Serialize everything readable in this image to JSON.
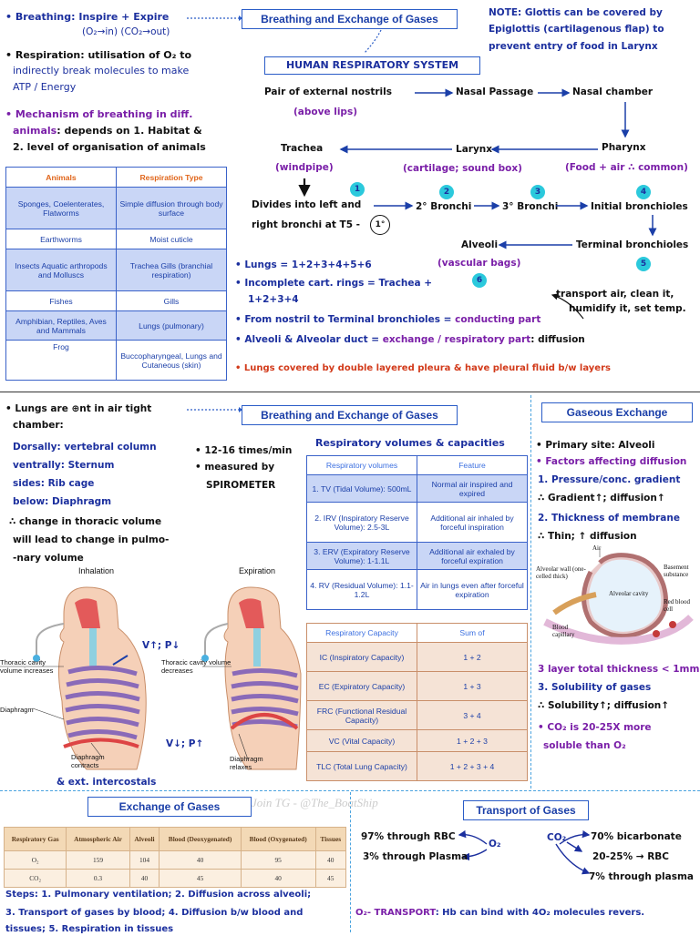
{
  "top": {
    "title": "Breathing and Exchange of Gases",
    "breathing_line1": "• Breathing: Inspire + Expire",
    "breathing_line2": "(O₂→in) (CO₂→out)",
    "respiration_line1": "• Respiration: utilisation of O₂ to",
    "respiration_line2": "indirectly break molecules to make",
    "respiration_line3": "ATP / Energy",
    "mechanism_line1": "• Mechanism of breathing in diff.",
    "mechanism_line2": "animals",
    "mechanism_line2b": ": depends on 1. Habitat &",
    "mechanism_line3": "2. level of organisation of animals",
    "note_line1": "NOTE: Glottis can be covered by",
    "note_line2": "Epiglottis (cartilagenous flap) to",
    "note_line3": "prevent entry of food in Larynx",
    "system_title": "HUMAN RESPIRATORY SYSTEM",
    "flow": {
      "nostrils": "Pair of external nostrils",
      "nostrils_note": "(above lips)",
      "nasal_passage": "Nasal Passage",
      "nasal_chamber": "Nasal chamber",
      "pharynx": "Pharynx",
      "pharynx_note": "(Food + air ∴ common)",
      "larynx": "Larynx",
      "larynx_note": "(cartilage; sound box)",
      "trachea": "Trachea",
      "trachea_note": "(windpipe)",
      "divides_line1": "Divides into left and",
      "divides_line2": "right bronchi at T5 -",
      "divides_circle": "1°",
      "secondary": "2° Bronchi",
      "tertiary": "3° Bronchi",
      "initial": "Initial bronchioles",
      "terminal": "Terminal bronchioles",
      "alveoli": "Alveoli",
      "alveoli_note": "(vascular bags)",
      "n1": "1",
      "n2": "2",
      "n3": "3",
      "n4": "4",
      "n5": "5",
      "n6": "6"
    },
    "lungs_line": "• Lungs = 1+2+3+4+5+6",
    "incomplete_line1": "• Incomplete cart. rings = Trachea +",
    "incomplete_line2": "1+2+3+4",
    "transport_note_line1": "transport air, clean it,",
    "transport_note_line2": "humidify it, set temp.",
    "conducting_line_a": "• From nostril to Terminal bronchioles = ",
    "conducting_line_b": "conducting part",
    "exchange_line_a": "• Alveoli & Alveolar duct = ",
    "exchange_line_b": "exchange / respiratory part",
    "exchange_line_c": ": diffusion",
    "pleura_line": "• Lungs covered by double layered pleura & have pleural fluid b/w layers",
    "animals_table": {
      "headers": [
        "Animals",
        "Respiration Type"
      ],
      "rows": [
        [
          "Sponges, Coelenterates, Flatworms",
          "Simple diffusion through body surface"
        ],
        [
          "Earthworms",
          "Moist cuticle"
        ],
        [
          "Insects Aquatic arthropods and Molluscs",
          "Trachea Gills (branchial respiration)"
        ],
        [
          "Fishes",
          "Gills"
        ],
        [
          "Amphibian, Reptiles, Aves and Mammals",
          "Lungs (pulmonary)"
        ],
        [
          "Frog",
          "Buccopharyngeal, Lungs and Cutaneous (skin)"
        ]
      ]
    }
  },
  "bottom": {
    "title": "Breathing and Exchange of Gases",
    "lungs_line1": "• Lungs are ⊕nt in air tight",
    "lungs_line2": "chamber:",
    "dorsally": "Dorsally: vertebral column",
    "ventrally": "ventrally: Sternum",
    "sides": "sides: Rib cage",
    "below": "below: Diaphragm",
    "change_line1": "∴ change in thoracic volume",
    "change_line2": "will lead to change in pulmo-",
    "change_line3": "-nary volume",
    "rate_line": "• 12-16 times/min",
    "measured_line1": "• measured by",
    "measured_line2": "SPIROMETER",
    "figure": {
      "inhalation": "Inhalation",
      "expiration": "Expiration",
      "thoracic_inc": "Thoracic cavity volume increases",
      "thoracic_dec": "Thoracic cavity volume decreases",
      "diaphragm": "Diaphragm",
      "diaphragm_contracts": "Diaphragm contracts",
      "diaphragm_relaxes": "Diaphragm relaxes",
      "v_up": "V↑; P↓",
      "v_down": "V↓; P↑",
      "ext_intercostals": "& ext. intercostals"
    },
    "volumes_title": "Respiratory volumes & capacities",
    "volumes_table": {
      "headers": [
        "Respiratory volumes",
        "Feature"
      ],
      "rows": [
        [
          "1. TV (Tidal Volume): 500mL",
          "Normal air inspired and expired"
        ],
        [
          "2. IRV (Inspiratory Reserve Volume): 2.5-3L",
          "Additional air inhaled by forceful inspiration"
        ],
        [
          "3. ERV (Expiratory Reserve Volume): 1-1.1L",
          "Additional air exhaled by forceful expiration"
        ],
        [
          "4. RV (Residual Volume): 1.1-1.2L",
          "Air in lungs even after forceful expiration"
        ]
      ]
    },
    "capacity_table": {
      "headers": [
        "Respiratory Capacity",
        "Sum of"
      ],
      "rows": [
        [
          "IC (Inspiratory Capacity)",
          "1 + 2"
        ],
        [
          "EC (Expiratory Capacity)",
          "1 + 3"
        ],
        [
          "FRC (Functional Residual Capacity)",
          "3 + 4"
        ],
        [
          "VC (Vital Capacity)",
          "1 + 2 + 3"
        ],
        [
          "TLC (Total Lung Capacity)",
          "1 + 2 + 3 + 4"
        ]
      ]
    },
    "gaseous_title": "Gaseous Exchange",
    "primary_site": "• Primary site: Alveoli",
    "factors": "• Factors affecting diffusion",
    "f1": "1. Pressure/conc. gradient",
    "f1b": "∴ Gradient↑; diffusion↑",
    "f2": "2. Thickness of membrane",
    "f2b": "∴ Thin; ↑ diffusion",
    "alv_fig": {
      "air": "Air",
      "wall": "Alveolar wall (one-celled thick)",
      "basement": "Basement substance",
      "cavity": "Alveolar cavity",
      "capillary": "Blood capillary",
      "rbc": "Red blood cell"
    },
    "thickness_line": "3 layer total thickness < 1mm",
    "f3": "3. Solubility of gases",
    "f3b": "∴ Solubility↑; diffusion↑",
    "co2_line1": "• CO₂ is 20-25X more",
    "co2_line2": "soluble than O₂",
    "exchange_title": "Exchange of Gases",
    "gases_table": {
      "headers": [
        "Respiratory Gas",
        "Atmospheric Air",
        "Alveoli",
        "Blood (Deoxygenated)",
        "Blood (Oxygenated)",
        "Tissues"
      ],
      "rows": [
        [
          "O₂",
          "159",
          "104",
          "40",
          "95",
          "40"
        ],
        [
          "CO₂",
          "0.3",
          "40",
          "45",
          "40",
          "45"
        ]
      ]
    },
    "steps_line1": "Steps: 1. Pulmonary ventilation; 2. Diffusion across alveoli;",
    "steps_line2": "3. Transport of gases by blood; 4. Diffusion b/w blood and",
    "steps_line3": "tissues; 5. Respiration in tissues",
    "transport_title": "Transport of Gases",
    "o2": "O₂",
    "co2": "CO₂",
    "o2_rbc": "97% through RBC",
    "o2_plasma": "3% through Plasma",
    "co2_bicarb": "70% bicarbonate",
    "co2_rbc": "20-25% → RBC",
    "co2_plasma": "7% through plasma",
    "o2_transport_a": "O₂- TRANSPORT",
    "o2_transport_b": ": Hb can bind with 4O₂ molecules revers.",
    "watermark": "Join TG - @The_BoatShip"
  }
}
